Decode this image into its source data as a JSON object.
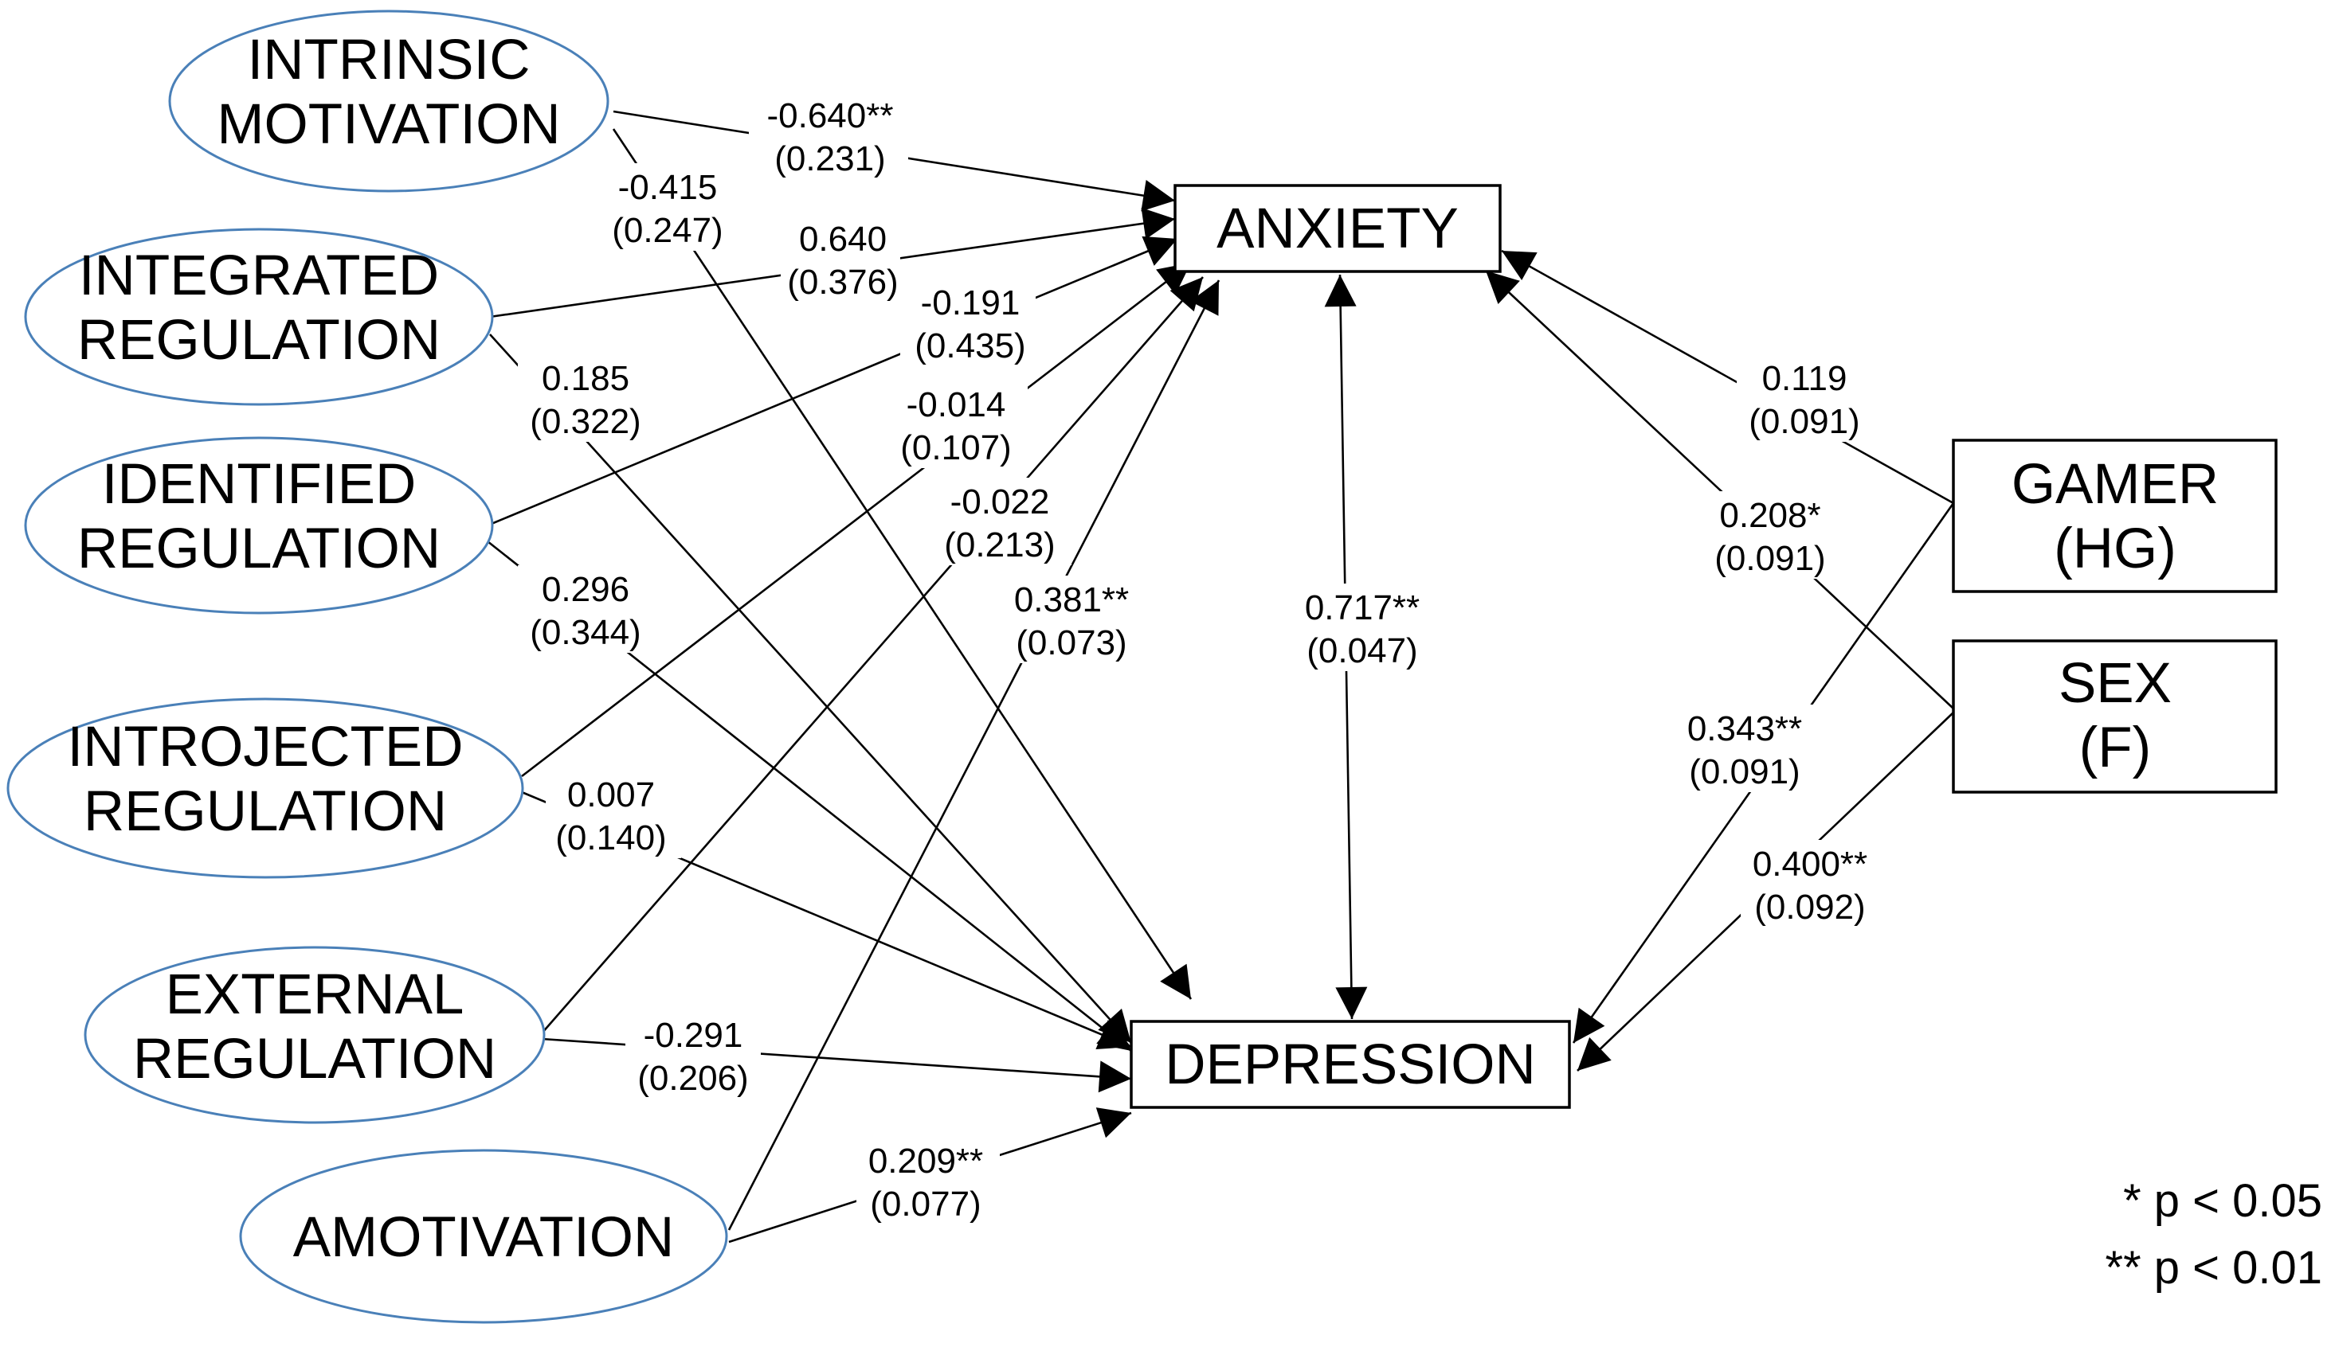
{
  "latent_nodes": [
    {
      "id": "intrinsic",
      "lines": [
        "INTRINSIC",
        "MOTIVATION"
      ]
    },
    {
      "id": "integrated",
      "lines": [
        "INTEGRATED",
        "REGULATION"
      ]
    },
    {
      "id": "identified",
      "lines": [
        "IDENTIFIED",
        "REGULATION"
      ]
    },
    {
      "id": "introjected",
      "lines": [
        "INTROJECTED",
        "REGULATION"
      ]
    },
    {
      "id": "external",
      "lines": [
        "EXTERNAL",
        "REGULATION"
      ]
    },
    {
      "id": "amotivation",
      "lines": [
        "AMOTIVATION"
      ]
    }
  ],
  "observed_nodes": [
    {
      "id": "anxiety",
      "lines": [
        "ANXIETY"
      ]
    },
    {
      "id": "depression",
      "lines": [
        "DEPRESSION"
      ]
    },
    {
      "id": "gamer",
      "lines": [
        "GAMER",
        "(HG)"
      ]
    },
    {
      "id": "sex",
      "lines": [
        "SEX",
        "(F)"
      ]
    }
  ],
  "paths": [
    {
      "from": "intrinsic",
      "to": "anxiety",
      "estimate": "-0.640**",
      "se": "(0.231)"
    },
    {
      "from": "intrinsic",
      "to": "depression",
      "estimate": "-0.415",
      "se": "(0.247)"
    },
    {
      "from": "integrated",
      "to": "anxiety",
      "estimate": "0.640",
      "se": "(0.376)"
    },
    {
      "from": "integrated",
      "to": "depression",
      "estimate": "0.185",
      "se": "(0.322)"
    },
    {
      "from": "identified",
      "to": "anxiety",
      "estimate": "-0.191",
      "se": "(0.435)"
    },
    {
      "from": "identified",
      "to": "depression",
      "estimate": "0.296",
      "se": "(0.344)"
    },
    {
      "from": "introjected",
      "to": "anxiety",
      "estimate": "-0.014",
      "se": "(0.107)"
    },
    {
      "from": "introjected",
      "to": "depression",
      "estimate": "0.007",
      "se": "(0.140)"
    },
    {
      "from": "external",
      "to": "anxiety",
      "estimate": "-0.022",
      "se": "(0.213)"
    },
    {
      "from": "external",
      "to": "depression",
      "estimate": "-0.291",
      "se": "(0.206)"
    },
    {
      "from": "amotivation",
      "to": "anxiety",
      "estimate": "0.381**",
      "se": "(0.073)"
    },
    {
      "from": "amotivation",
      "to": "depression",
      "estimate": "0.209**",
      "se": "(0.077)"
    },
    {
      "from": "anxiety",
      "to": "depression",
      "estimate": "0.717**",
      "se": "(0.047)",
      "bidirectional": true
    },
    {
      "from": "gamer",
      "to": "anxiety",
      "estimate": "0.119",
      "se": "(0.091)"
    },
    {
      "from": "sex",
      "to": "anxiety",
      "estimate": "0.208*",
      "se": "(0.091)"
    },
    {
      "from": "gamer",
      "to": "depression",
      "estimate": "0.343**",
      "se": "(0.091)"
    },
    {
      "from": "sex",
      "to": "depression",
      "estimate": "0.400**",
      "se": "(0.092)"
    }
  ],
  "legend": {
    "line1": "* p < 0.05",
    "line2": "** p < 0.01"
  },
  "colors": {
    "ellipse_stroke": "#4a80b8",
    "box_stroke": "#000000",
    "line": "#000000"
  }
}
